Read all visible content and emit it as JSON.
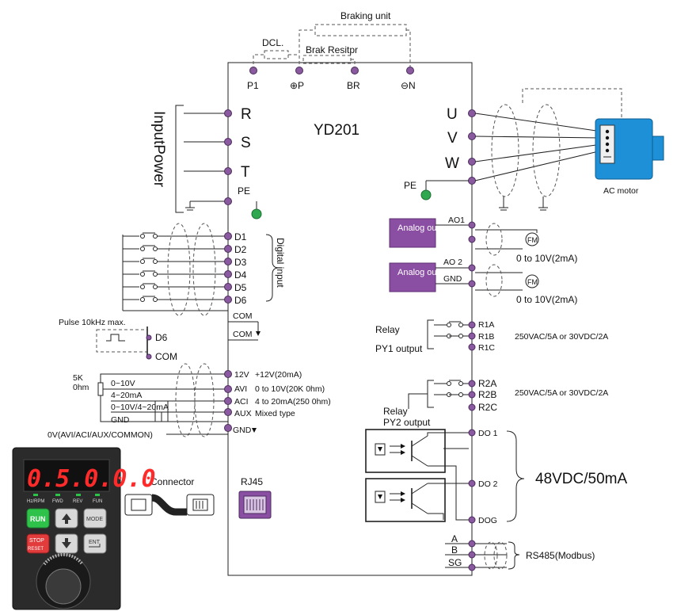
{
  "title": "YD201",
  "dc_bus": {
    "braking_unit": "Braking unit",
    "dcl": "DCL.",
    "brake_resistor": "Brak Resitpr",
    "terminals": [
      "P1",
      "⊕P",
      "BR",
      "⊖N"
    ]
  },
  "input_power": {
    "label": "InputPower",
    "terminals": [
      "R",
      "S",
      "T",
      "PE"
    ]
  },
  "output": {
    "terminals": [
      "U",
      "V",
      "W"
    ],
    "pe": "PE",
    "motor_label": "AC motor"
  },
  "digital_input": {
    "label": "Digital input",
    "terminals": [
      "D1",
      "D2",
      "D3",
      "D4",
      "D5",
      "D6"
    ],
    "com": "COM"
  },
  "pulse": {
    "label": "Pulse 10kHz max.",
    "d6": "D6",
    "com": "COM"
  },
  "analog_in": {
    "pot_label": "5K\n0hm",
    "pot_line1": "5K",
    "pot_line2": "0hm",
    "left_labels": [
      "0~10V",
      "4~20mA",
      "0~10V/4~20mA",
      "GND"
    ],
    "common_label": "0V(AVI/ACI/AUX/COMMON)",
    "terminals": [
      {
        "name": "12V",
        "desc": "+12V(20mA)"
      },
      {
        "name": "AVI",
        "desc": "0 to 10V(20K 0hm)"
      },
      {
        "name": "ACI",
        "desc": "4 to 20mA(250 0hm)"
      },
      {
        "name": "AUX",
        "desc": "Mixed type"
      },
      {
        "name": "GND",
        "desc": ""
      }
    ]
  },
  "analog_out": {
    "boxes": [
      "Analog output",
      "Analog output"
    ],
    "terminals": [
      "AO1",
      "AO 2",
      "GND"
    ],
    "meter": "FM",
    "ranges": [
      "0 to 10V(2mA)",
      "0 to 10V(2mA)"
    ]
  },
  "relay1": {
    "label1": "Relay",
    "label2": "PY1 output",
    "terminals": [
      "R1A",
      "R1B",
      "R1C"
    ],
    "rating": "250VAC/5A or 30VDC/2A"
  },
  "relay2": {
    "label1": "Relay",
    "label2": "PY2 output",
    "terminals": [
      "R2A",
      "R2B",
      "R2C"
    ],
    "rating": "250VAC/5A or 30VDC/2A"
  },
  "do_out": {
    "terminals": [
      "DO 1",
      "DO 2",
      "DOG"
    ],
    "rating": "48VDC/50mA"
  },
  "rs485": {
    "terminals": [
      "A",
      "B",
      "SG"
    ],
    "label": "RS485(Modbus)"
  },
  "keypad": {
    "display": "0.5.0.0.0",
    "leds": [
      "Hz/RPM",
      "FWD",
      "REV",
      "FUN"
    ],
    "run": "RUN",
    "mode": "MODE",
    "stop": "STOP",
    "reset": "RESET",
    "ent": "ENT",
    "colors": {
      "body": "#2b2b2b",
      "display_digits": "#ff2a2a",
      "run": "#2ec24a",
      "stop": "#e23b3b"
    }
  },
  "connector_label": "Connector",
  "rj45_label": "RJ45",
  "colors": {
    "terminal": "#8a5a9e",
    "analog_box": "#8a4fa3",
    "motor": "#1e90d8",
    "ground": "#2fa84f"
  }
}
